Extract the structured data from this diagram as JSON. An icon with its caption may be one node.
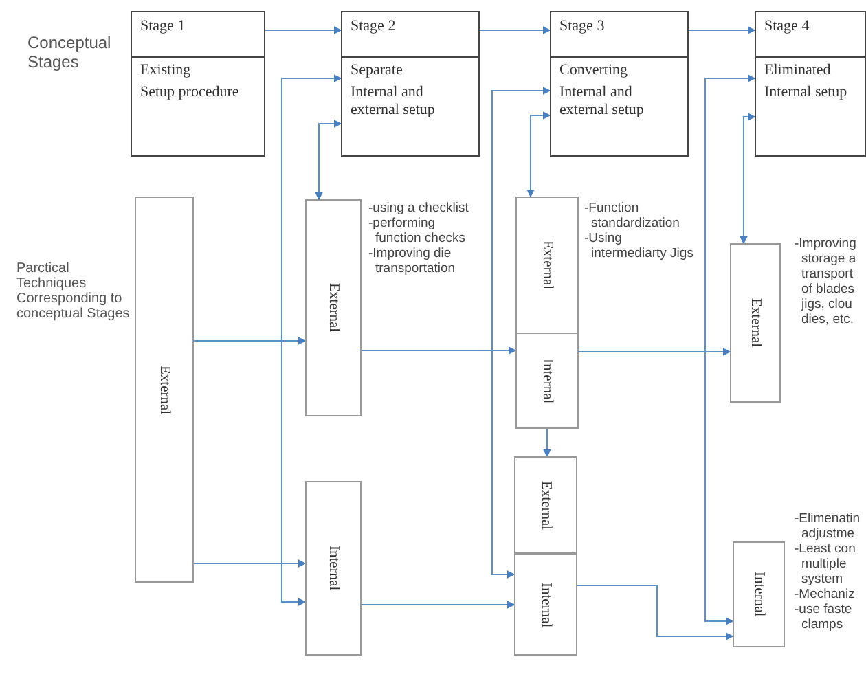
{
  "diagram": {
    "nodes": [
      {
        "text": [
          "Stage 1",
          "Existing",
          "Setup procedure"
        ]
      },
      {
        "text": [
          "Stage 2",
          "Separate",
          "Internal and external setup"
        ]
      },
      {
        "text": [
          "Stage 3",
          "Converting",
          "Internal and external setup"
        ]
      },
      {
        "text": [
          "Stage 4",
          "Eliminated",
          "Internal setup"
        ]
      },
      {
        "text": [
          "External"
        ]
      },
      {
        "text": [
          "External"
        ],
        "beside": [
          "-using a checklist",
          "-performing function checks",
          "-Improving die transportation"
        ]
      },
      {
        "text": [
          "Internal"
        ]
      },
      {
        "text": [
          "External"
        ],
        "beside": [
          "-Function standardization",
          "-Using intermediarty Jigs"
        ]
      },
      {
        "text": [
          "Internal"
        ]
      },
      {
        "text": [
          "External"
        ]
      },
      {
        "text": [
          "Internal"
        ]
      },
      {
        "text": [
          "External"
        ],
        "beside": [
          "-Improving storage a transport of blades jigs, clou dies, etc."
        ]
      },
      {
        "text": [
          "Internal"
        ],
        "beside": [
          "-Elimenatin adjustme",
          "-Least con multiple system",
          "-Mechaniz",
          "-use faste clamps"
        ]
      }
    ],
    "edges": [
      {
        "from": 0,
        "to": 1,
        "arrow": "to"
      },
      {
        "from": 1,
        "to": 2,
        "arrow": "to"
      },
      {
        "from": 2,
        "to": 3,
        "arrow": "to"
      },
      {
        "from": 4,
        "to": 5,
        "arrow": "to"
      },
      {
        "from": 4,
        "to": 6,
        "arrow": "to"
      },
      {
        "from": 1,
        "to": 6,
        "arrow": "both"
      },
      {
        "from": 1,
        "to": 5,
        "arrow": "both"
      },
      {
        "from": 5,
        "to": 8,
        "arrow": "to"
      },
      {
        "from": 6,
        "to": 10,
        "arrow": "to"
      },
      {
        "from": 2,
        "to": 10,
        "arrow": "both"
      },
      {
        "from": 2,
        "to": 7,
        "arrow": "both"
      },
      {
        "from": 8,
        "to": 9,
        "arrow": "to"
      },
      {
        "from": 8,
        "to": 11,
        "arrow": "to"
      },
      {
        "from": 10,
        "to": 12,
        "arrow": "to"
      },
      {
        "from": 3,
        "to": 12,
        "arrow": "both"
      },
      {
        "from": 3,
        "to": 11,
        "arrow": "both"
      }
    ],
    "labels": [
      "Conceptual Stages",
      "Parctical Techniques Corresponding to conceptual Stages"
    ]
  }
}
